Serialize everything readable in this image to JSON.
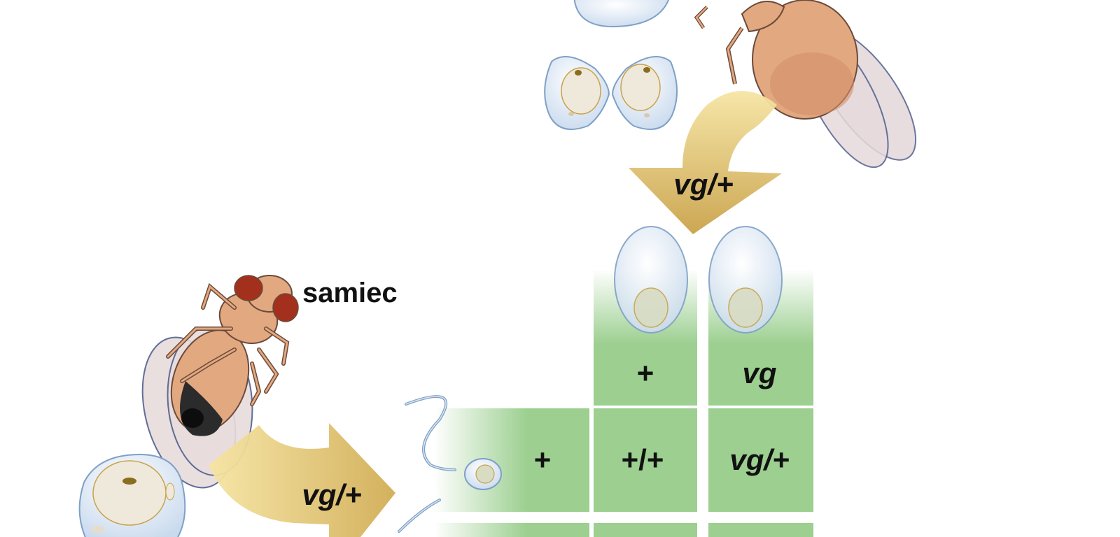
{
  "labels": {
    "male": "samiec",
    "female_gamete_genotype": "vg/+",
    "male_gamete_genotype": "vg/+"
  },
  "punnett": {
    "egg_alleles": [
      "+",
      "vg"
    ],
    "sperm_alleles": [
      "+"
    ],
    "cells": [
      [
        "+/+",
        "vg/+"
      ]
    ]
  },
  "colors": {
    "grid_green": "#9ccf90",
    "arrow_gold": "#dcbd62",
    "fly_body": "#e2a880",
    "fly_outline": "#6b4a3a",
    "eye_red": "#a3301d",
    "egg_fill": "#eef4fb",
    "egg_outline": "#7fa0c6",
    "wing_fill": "#e8dcdc"
  },
  "icons": [
    "female-fly-icon",
    "male-fly-icon",
    "egg-icon",
    "sperm-icon",
    "ovary-cell-icon",
    "testis-cell-icon"
  ]
}
